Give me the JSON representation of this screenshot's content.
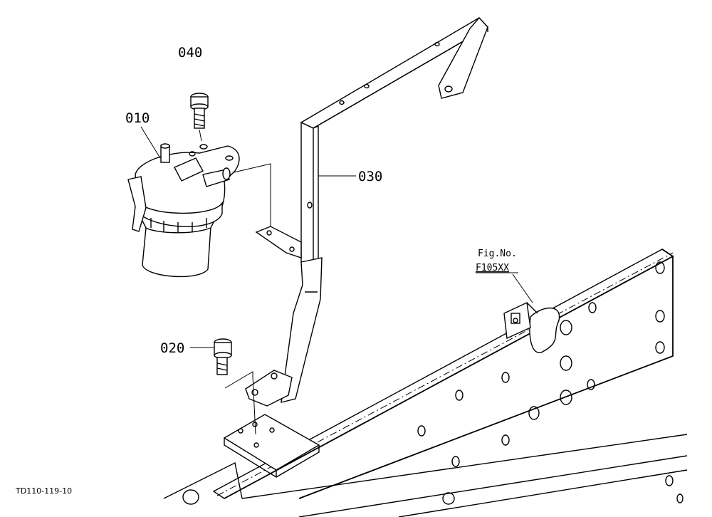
{
  "callouts": {
    "p010": "010",
    "p020": "020",
    "p030": "030",
    "p040": "040"
  },
  "figure_ref": {
    "label": "Fig.No.",
    "code": "F105XX"
  },
  "drawing_id": "TD110-119-10"
}
